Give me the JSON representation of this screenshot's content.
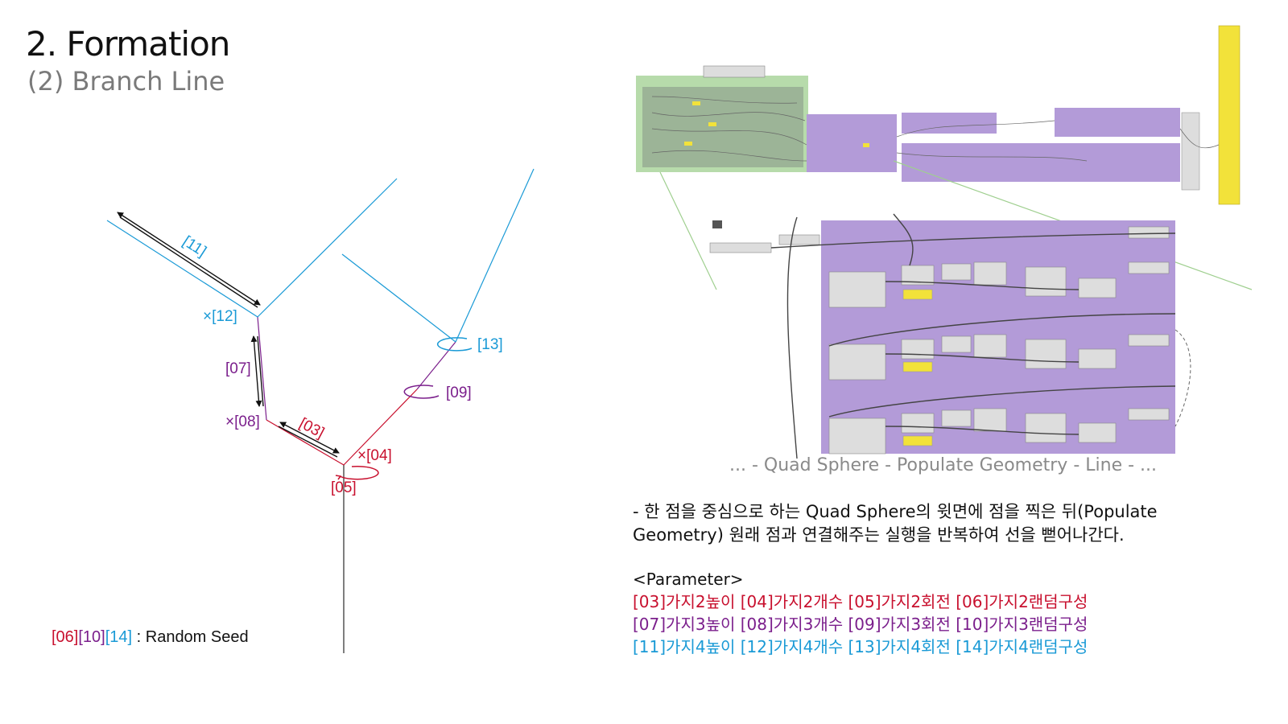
{
  "header": {
    "title": "2. Formation",
    "subtitle": "(2) Branch Line"
  },
  "colors": {
    "red": "#c8102e",
    "purple": "#7b1f8c",
    "blue": "#1a9ad6",
    "trunk": "#555555",
    "gh_purple": "#b39bd8",
    "gh_green": "#9fcf8f",
    "gh_yellow": "#f2e23a"
  },
  "labels": {
    "l11": "[11]",
    "l12": "×[12]",
    "l07": "[07]",
    "l08": "×[08]",
    "l03": "[03]",
    "l04": "×[04]",
    "l05": "[05]",
    "l09": "[09]",
    "l13": "[13]"
  },
  "seed": {
    "s06": "[06]",
    "s10": "[10]",
    "s14": "[14]",
    "text": " : Random Seed"
  },
  "caption": "... - Quad Sphere - Populate Geometry - Line - ...",
  "description": "- 한 점을 중심으로 하는 Quad Sphere의 윗면에 점을 찍은 뒤(Populate Geometry) 원래 점과 연결해주는 실행을 반복하여 선을 뻗어나간다.",
  "parameters": {
    "heading": "<Parameter>",
    "line1": "[03]가지2높이 [04]가지2개수 [05]가지2회전 [06]가지2랜덤구성",
    "line2": "[07]가지3높이 [08]가지3개수 [09]가지3회전 [10]가지3랜덤구성",
    "line3": "[11]가지4높이 [12]가지4개수 [13]가지4회전 [14]가지4랜덤구성"
  }
}
